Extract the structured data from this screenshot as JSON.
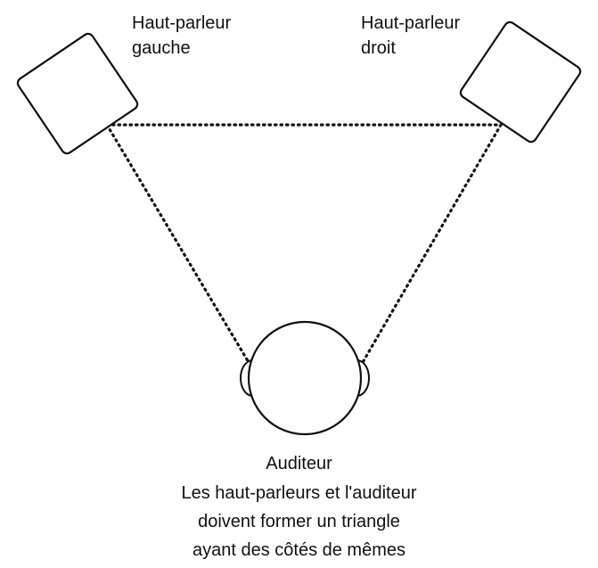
{
  "speakers": {
    "left": {
      "label_line1": "Haut-parleur",
      "label_line2": "gauche"
    },
    "right": {
      "label_line1": "Haut-parleur",
      "label_line2": "droit"
    }
  },
  "listener": {
    "label": "Auditeur"
  },
  "caption": {
    "line1": "Les haut-parleurs et l'auditeur",
    "line2": "doivent former un triangle",
    "line3": "ayant des côtés de mêmes"
  },
  "colors": {
    "stroke": "#111111",
    "background": "#ffffff"
  }
}
